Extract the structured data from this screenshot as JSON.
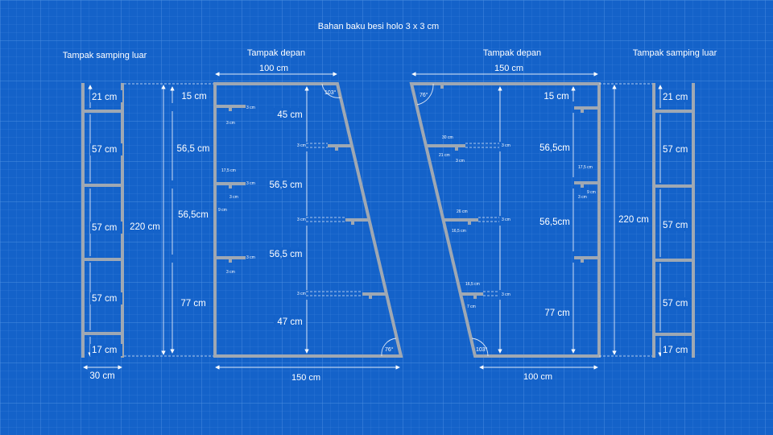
{
  "title": "Bahan baku besi holo 3 x 3 cm",
  "left_side": {
    "title": "Tampak samping luar",
    "segments": [
      "21 cm",
      "57 cm",
      "57 cm",
      "57 cm",
      "17 cm"
    ],
    "width": "30 cm",
    "height": "220 cm"
  },
  "left_front": {
    "title": "Tampak depan",
    "top": "100 cm",
    "bottom": "150 cm",
    "angle_top": "103°",
    "angle_bottom": "76°",
    "left_dims": [
      "15 cm",
      "56,5 cm",
      "56,5cm",
      "77 cm"
    ],
    "right_dims": [
      "45 cm",
      "56,5 cm",
      "56,5 cm",
      "47 cm"
    ],
    "small": {
      "bar": "3 cm",
      "len": "17,5 cm",
      "off": "9 cm"
    }
  },
  "right_front": {
    "title": "Tampak depan",
    "top": "150 cm",
    "bottom": "100 cm",
    "angle_top": "76°",
    "angle_bottom": "103°",
    "right_dims": [
      "15 cm",
      "56,5cm",
      "56,5cm",
      "77 cm"
    ],
    "shelves": [
      {
        "len": "30 cm",
        "inner": "21 cm"
      },
      {
        "len": "26 cm",
        "inner": "16,5 cm"
      },
      {
        "len": "16,5 cm",
        "inner": "7 cm"
      }
    ],
    "small": {
      "bar": "3 cm",
      "len": "17,5 cm",
      "off": "9 cm"
    }
  },
  "right_side": {
    "title": "Tampak samping luar",
    "segments": [
      "21 cm",
      "57 cm",
      "57 cm",
      "57 cm",
      "17 cm"
    ],
    "height": "220 cm"
  }
}
